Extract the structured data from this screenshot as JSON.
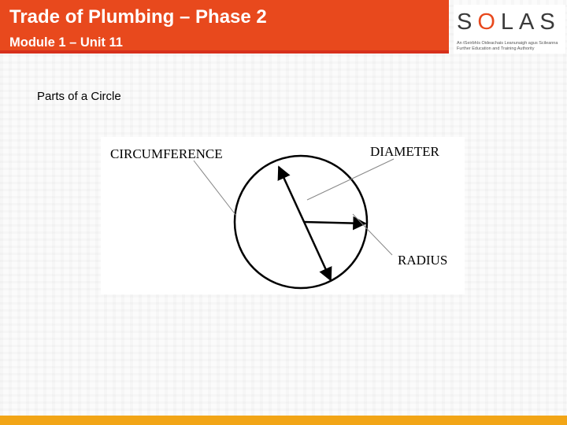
{
  "header": {
    "title": "Trade of Plumbing – Phase 2",
    "subtitle": "Module 1 – Unit 11"
  },
  "logo": {
    "word_before": "S",
    "word_o": "O",
    "word_after": "LAS",
    "tagline_1": "An tSeirbhís Oideachais Leanunaigh agus Scileanna",
    "tagline_2": "Further Education and Training Authority"
  },
  "slide": {
    "heading": "Parts of a Circle"
  },
  "diagram": {
    "label_circumference": "CIRCUMFERENCE",
    "label_diameter": "DIAMETER",
    "label_radius": "RADIUS"
  },
  "colors": {
    "header": "#e8491d",
    "header_strip": "#d7301c",
    "bottom_bar": "#f2a516",
    "logo_accent": "#e8491d"
  }
}
